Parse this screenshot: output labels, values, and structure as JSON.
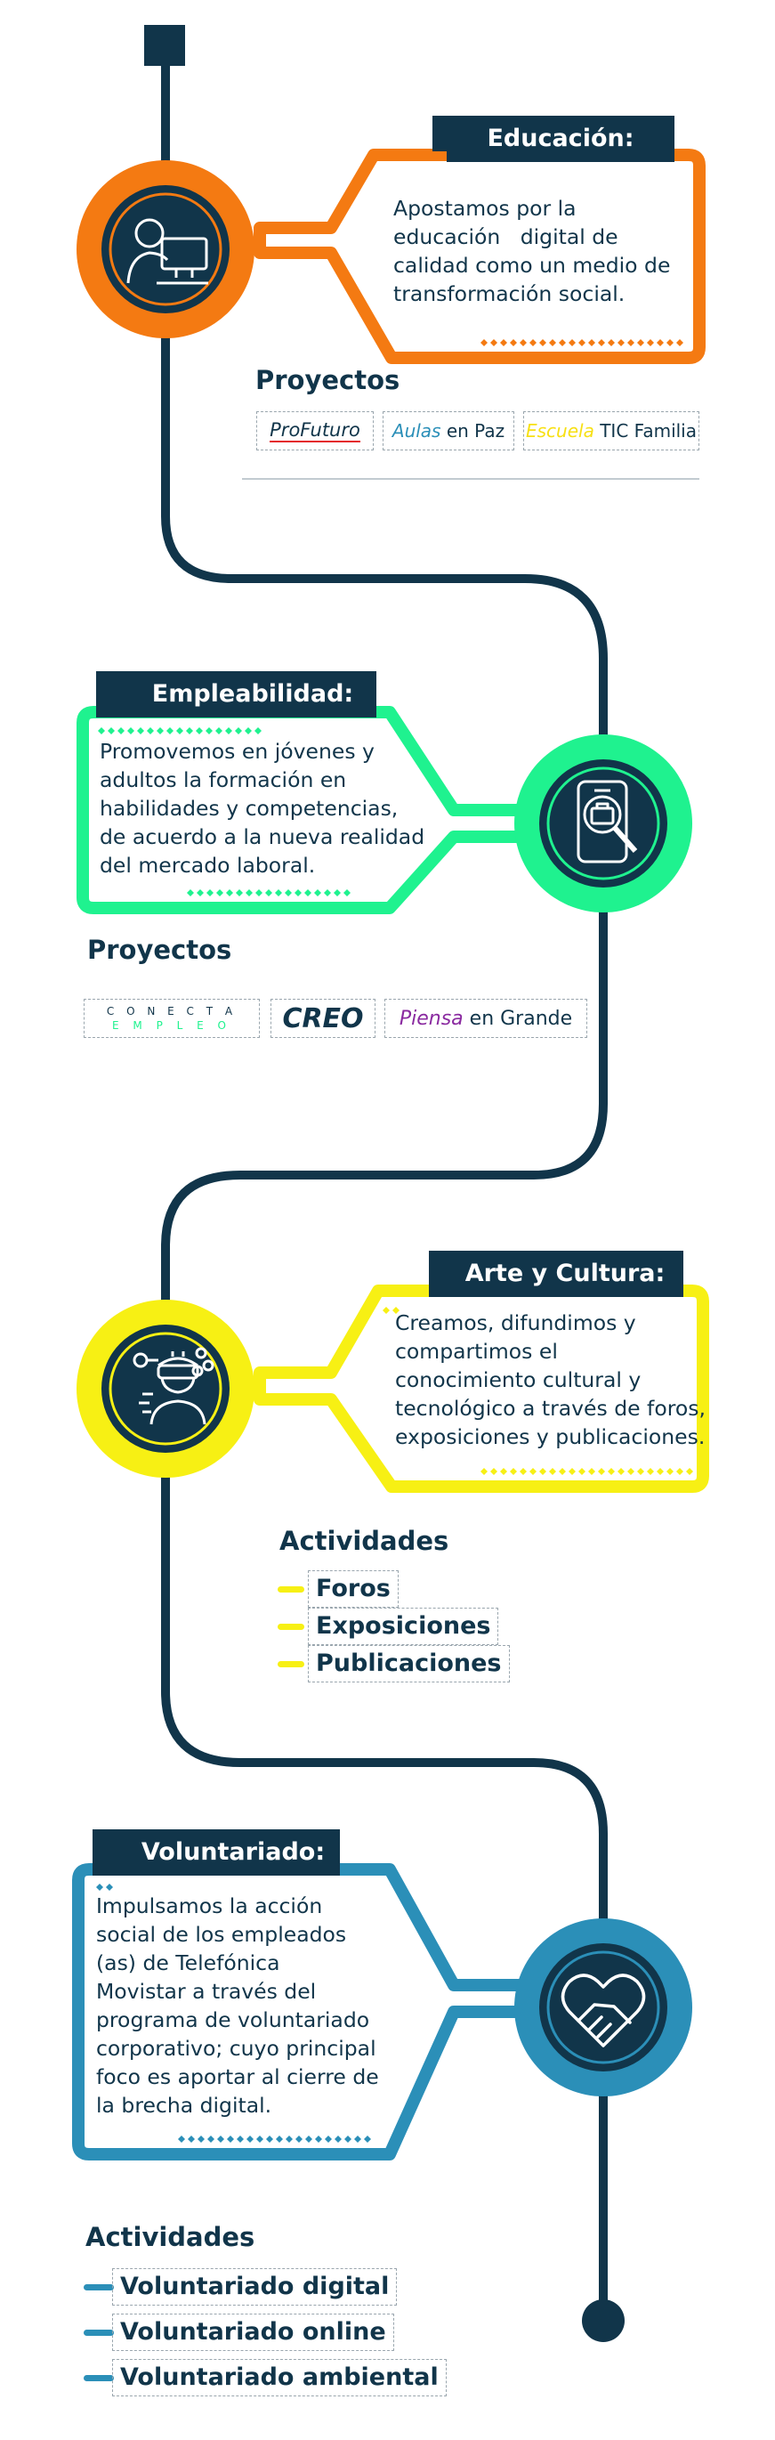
{
  "colors": {
    "navy": "#11354a",
    "orange": "#f47a12",
    "green": "#1ff28f",
    "yellow": "#f7f014",
    "blue": "#2b8fb8"
  },
  "icons": [
    "person-at-computer-icon",
    "phone-briefcase-search-icon",
    "vr-headset-person-icon",
    "handshake-heart-icon"
  ],
  "educacion": {
    "title": "Educación:",
    "text": [
      "Apostamos por la",
      "educación   digital de",
      "calidad como un medio de",
      "transformación social."
    ],
    "projects_label": "Proyectos",
    "logos": {
      "profuturo": "ProFuturo",
      "aulas_1": "Aulas",
      "aulas_2": "en Paz",
      "escuela_1": "Escuela",
      "escuela_2": "TIC Familia"
    }
  },
  "empleabilidad": {
    "title": "Empleabilidad:",
    "text": [
      "Promovemos en jóvenes y",
      "adultos la formación en",
      "habilidades y competencias,",
      "de acuerdo a la nueva realidad",
      "del mercado laboral."
    ],
    "projects_label": "Proyectos",
    "logos": {
      "conecta_top": "C O N E C T A",
      "conecta_bottom": "E M P L E O",
      "creo": "CREO",
      "piensa_1": "Piensa",
      "piensa_2": "en Grande"
    }
  },
  "arte": {
    "title": "Arte y Cultura:",
    "text": [
      "Creamos, difundimos y",
      "compartimos el",
      "conocimiento cultural y",
      "tecnológico a través de foros,",
      "exposiciones y publicaciones."
    ],
    "activities_label": "Actividades",
    "activities": [
      "Foros",
      "Exposiciones",
      "Publicaciones"
    ]
  },
  "voluntariado": {
    "title": "Voluntariado:",
    "text": [
      "Impulsamos la acción",
      "social de los empleados",
      "(as) de Telefónica",
      "Movistar a través del",
      "programa de voluntariado",
      "corporativo; cuyo principal",
      "foco es aportar al cierre de",
      "la brecha digital."
    ],
    "activities_label": "Actividades",
    "activities": [
      "Voluntariado digital",
      "Voluntariado online",
      "Voluntariado ambiental"
    ]
  }
}
